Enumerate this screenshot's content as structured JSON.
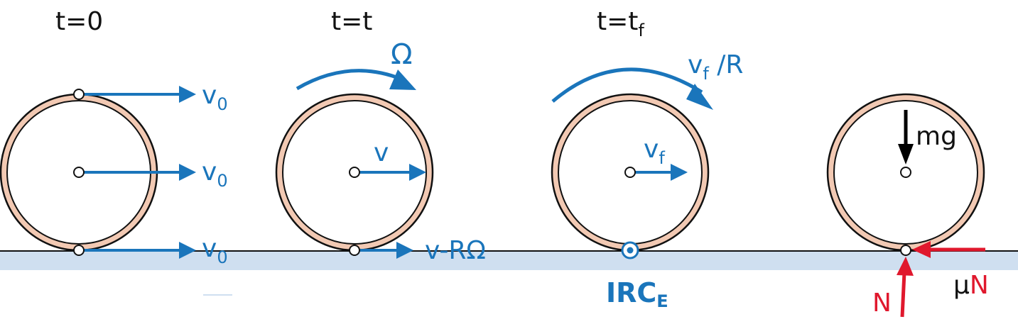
{
  "colors": {
    "velocity": "#1a75bb",
    "force": "#e0182d",
    "gravity": "#000000",
    "wheel_fill": "#f2c9b3",
    "ground": "#cfdff0",
    "line": "#111111"
  },
  "panels": [
    {
      "time_label": "t=0",
      "top_velocity": {
        "main": "v",
        "sub": "0"
      },
      "center_velocity": {
        "main": "v",
        "sub": "0"
      },
      "bottom_velocity": {
        "main": "v",
        "sub": "0"
      }
    },
    {
      "time_label": "t=t",
      "rotation_label": "Ω",
      "center_velocity": {
        "main": "v"
      },
      "bottom_velocity": {
        "main": "v-RΩ"
      }
    },
    {
      "time_label": {
        "main": "t=t",
        "sub": "f"
      },
      "rotation_label": {
        "main": "v",
        "sub": "f",
        "rest": " /R"
      },
      "center_velocity": {
        "main": "v",
        "sub": "f"
      },
      "contact_label": {
        "main": "IRC",
        "sub": "E"
      }
    },
    {
      "gravity_label": "mg",
      "normal_label": "N",
      "friction_label": {
        "mu": "μ",
        "n": "N"
      }
    }
  ],
  "icons": {
    "contact_point": "circled-dot-icon",
    "point": "open-circle-icon",
    "arrow": "arrow-icon"
  }
}
